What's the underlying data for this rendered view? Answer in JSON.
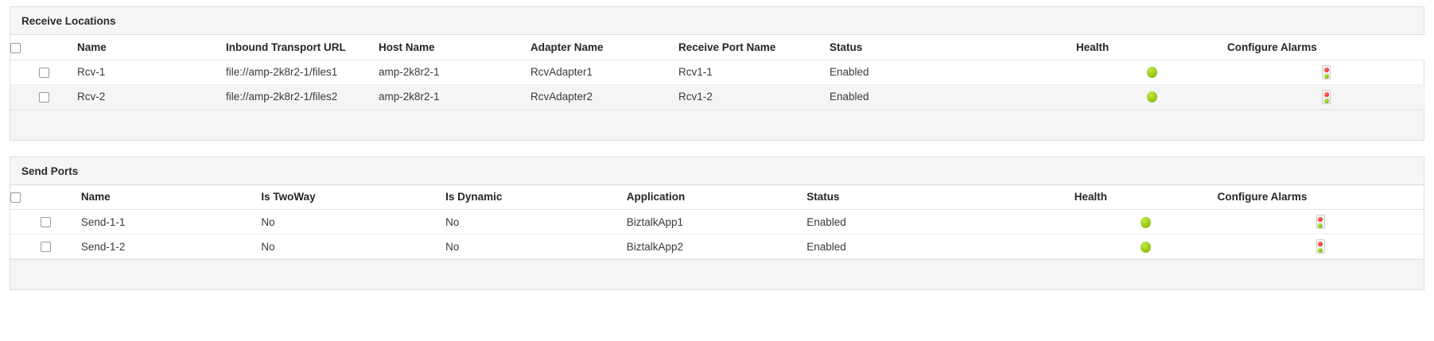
{
  "panels": [
    {
      "id": "receive-locations",
      "title": "Receive Locations",
      "columns": [
        {
          "key": "select",
          "label": "",
          "type": "checkbox"
        },
        {
          "key": "name",
          "label": "Name"
        },
        {
          "key": "url",
          "label": "Inbound Transport URL"
        },
        {
          "key": "host",
          "label": "Host Name"
        },
        {
          "key": "adapter",
          "label": "Adapter Name"
        },
        {
          "key": "port",
          "label": "Receive Port Name"
        },
        {
          "key": "status",
          "label": "Status"
        },
        {
          "key": "health",
          "label": "Health",
          "type": "health"
        },
        {
          "key": "alarms",
          "label": "Configure Alarms",
          "type": "alarm"
        }
      ],
      "rows": [
        {
          "selected": false,
          "name": "Rcv-1",
          "url": "file://amp-2k8r2-1/files1",
          "host": "amp-2k8r2-1",
          "adapter": "RcvAdapter1",
          "port": "Rcv1-1",
          "status": "Enabled",
          "health": "green",
          "alarms": "traffic-light"
        },
        {
          "selected": false,
          "name": "Rcv-2",
          "url": "file://amp-2k8r2-1/files2",
          "host": "amp-2k8r2-1",
          "adapter": "RcvAdapter2",
          "port": "Rcv1-2",
          "status": "Enabled",
          "health": "green",
          "alarms": "traffic-light"
        }
      ]
    },
    {
      "id": "send-ports",
      "title": "Send Ports",
      "columns": [
        {
          "key": "select",
          "label": "",
          "type": "checkbox"
        },
        {
          "key": "name",
          "label": "Name"
        },
        {
          "key": "twoway",
          "label": "Is TwoWay"
        },
        {
          "key": "dynamic",
          "label": "Is Dynamic"
        },
        {
          "key": "app",
          "label": "Application"
        },
        {
          "key": "status",
          "label": "Status"
        },
        {
          "key": "health",
          "label": "Health",
          "type": "health"
        },
        {
          "key": "alarms",
          "label": "Configure Alarms",
          "type": "alarm"
        }
      ],
      "rows": [
        {
          "selected": false,
          "name": "Send-1-1",
          "twoway": "No",
          "dynamic": "No",
          "app": "BiztalkApp1",
          "status": "Enabled",
          "health": "green",
          "alarms": "traffic-light"
        },
        {
          "selected": false,
          "name": "Send-1-2",
          "twoway": "No",
          "dynamic": "No",
          "app": "BiztalkApp2",
          "status": "Enabled",
          "health": "green",
          "alarms": "traffic-light"
        }
      ]
    }
  ],
  "colors": {
    "health_green": "#9bcb18",
    "alarm_red": "#e8312a",
    "alarm_green": "#7fba12",
    "panel_header_bg": "#f6f6f6",
    "row_alt_bg": "#f5f5f5",
    "border": "#dddddd"
  }
}
